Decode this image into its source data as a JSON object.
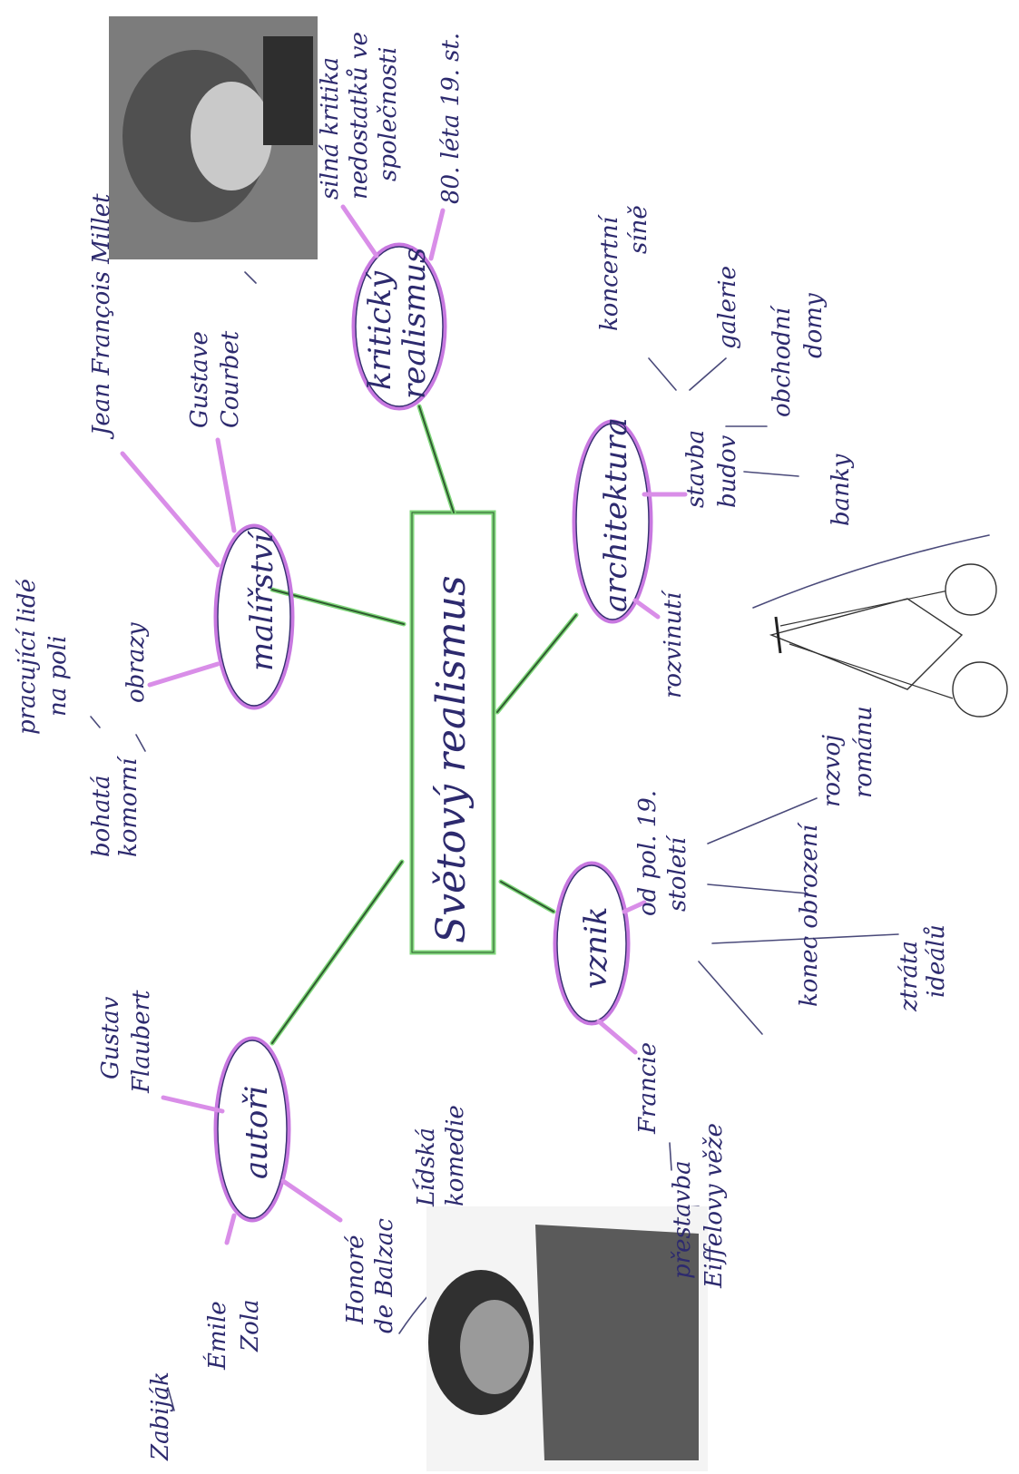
{
  "center": {
    "label": "Světový realismus",
    "color": "#7fd77a"
  },
  "branches": {
    "malirstvi": {
      "label": "malířství",
      "obrazy": "obrazy",
      "obrazy_items": [
        "pracující lidé",
        "na poli",
        "bohatá",
        "komorní"
      ],
      "painter_1": "Jean François Millet",
      "painter_2": [
        "Gustave",
        "Courbet"
      ]
    },
    "kriticky_realismus": {
      "label": [
        "kritický",
        "realismus"
      ],
      "item_1": [
        "silná kritika",
        "nedostatků ve",
        "společnosti"
      ],
      "item_2": "80. léta 19. st."
    },
    "architektura": {
      "label": "architektura",
      "item_1": "stavba",
      "item_1b": "budov",
      "item_2": "rozvinutí",
      "building_types": [
        "koncertní",
        "síně",
        "galerie",
        "obchodní",
        "domy",
        "banky"
      ]
    },
    "vznik": {
      "label": "vznik",
      "item_francie": "Francie",
      "item_od_pol": [
        "od pol. 19.",
        "století"
      ],
      "sub_items": [
        "konec obrození",
        "rozvoj",
        "románu",
        "ztráta",
        "ideálů"
      ]
    },
    "autori": {
      "label": "autoři",
      "author_1": [
        "Gustav",
        "Flaubert"
      ],
      "author_2": [
        "Émile",
        "Zola"
      ],
      "author_2_note": "Zabiják",
      "author_3": [
        "Honoré",
        "de Balzac"
      ],
      "author_3_note": [
        "Lidská",
        "komedie"
      ],
      "francie_note": [
        "přestavba",
        "Eiffelovy věže"
      ]
    }
  },
  "colors": {
    "node_outline": "#c878e0",
    "ink": "#2d2a6e",
    "connector": "#7fd77a"
  }
}
